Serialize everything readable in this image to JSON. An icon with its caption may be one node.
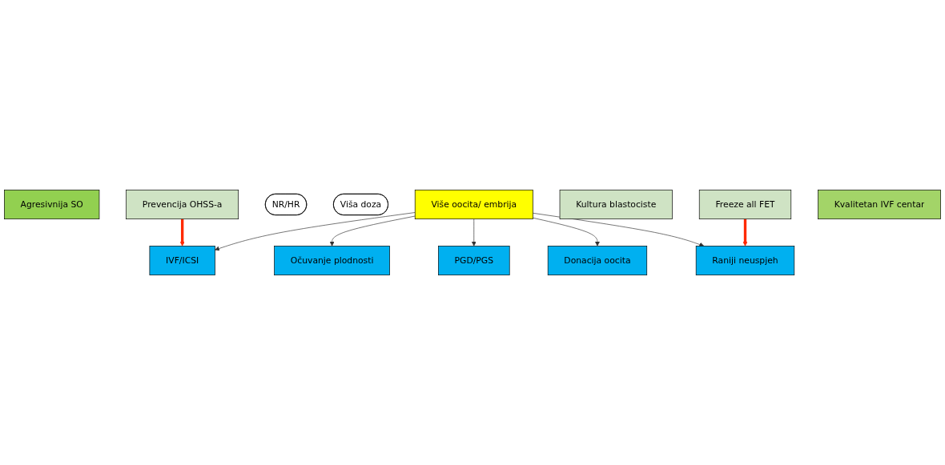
{
  "diagram": {
    "nodes": [
      {
        "text": [
          "Agresivnija SO"
        ]
      },
      {
        "text": [
          "Više oocita/ embrija"
        ]
      },
      {
        "text": [
          "NR/HR"
        ]
      },
      {
        "text": [
          "Viša doza"
        ]
      },
      {
        "text": [
          "IVF/ICSI"
        ]
      },
      {
        "text": [
          "Očuvanje plodnosti"
        ]
      },
      {
        "text": [
          "PGD/PGS"
        ]
      },
      {
        "text": [
          "Donacija oocita"
        ]
      },
      {
        "text": [
          "Raniji neuspjeh"
        ]
      },
      {
        "text": [
          "Prevencija OHSS-a"
        ]
      },
      {
        "text": [
          "Kultura blastociste"
        ]
      },
      {
        "text": [
          "Freeze all FET"
        ]
      },
      {
        "text": [
          "Kvalitetan IVF centar"
        ]
      }
    ],
    "edges": [
      {
        "from": 1,
        "to": 4,
        "arrow": "to"
      },
      {
        "from": 1,
        "to": 5,
        "arrow": "to"
      },
      {
        "from": 1,
        "to": 6,
        "arrow": "to"
      },
      {
        "from": 1,
        "to": 7,
        "arrow": "to"
      },
      {
        "from": 1,
        "to": 8,
        "arrow": "to"
      },
      {
        "from": 9,
        "to": 4,
        "arrow": "to",
        "style": "thick",
        "color": "#ff2a00"
      },
      {
        "from": 11,
        "to": 8,
        "arrow": "to",
        "style": "thick",
        "color": "#ff2a00"
      }
    ]
  }
}
